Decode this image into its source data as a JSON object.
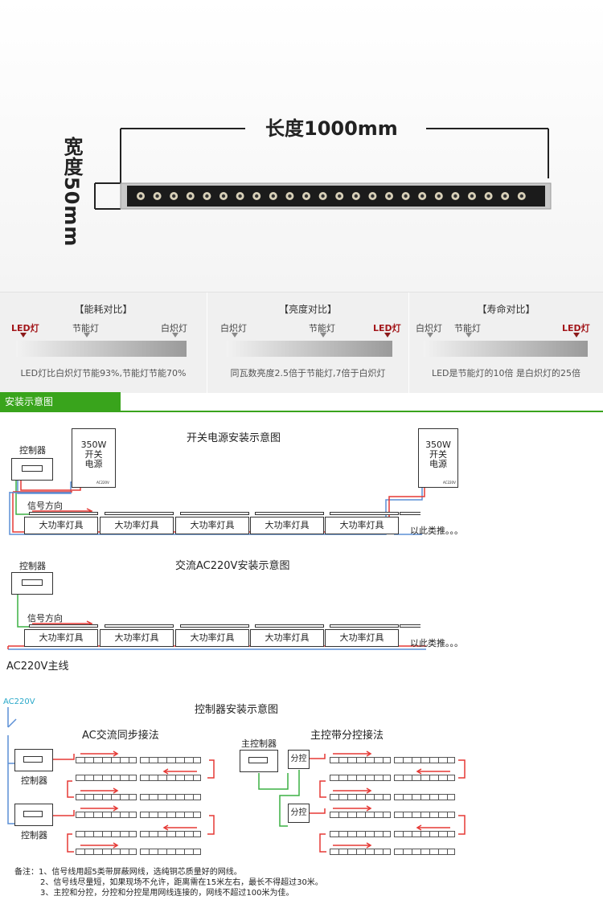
{
  "hero": {
    "length_label": "长度1000mm",
    "width_label": "宽度50mm"
  },
  "compare": [
    {
      "title": "【能耗对比】",
      "labels": [
        "LED灯",
        "节能灯",
        "白炽灯"
      ],
      "note": "LED灯比白炽灯节能93%,节能灯节能70%"
    },
    {
      "title": "【亮度对比】",
      "labels": [
        "白炽灯",
        "节能灯",
        "LED灯"
      ],
      "note": "同瓦数亮度2.5倍于节能灯,7倍于白炽灯"
    },
    {
      "title": "【寿命对比】",
      "labels": [
        "白炽灯",
        "节能灯",
        "LED灯"
      ],
      "note": "LED是节能灯的10倍 是白炽灯的25倍"
    }
  ],
  "colors": {
    "green": "#39a41c",
    "led_red": "#a3171b",
    "signal_red": "#e53935",
    "line_blue": "#5b8fd6",
    "signal_green": "#3cb043"
  },
  "section_title": "安装示意图",
  "d1": {
    "title": "开关电源安装示意图",
    "controller": "控制器",
    "psu_label": "350W\n开关\n电源",
    "psu_small": "AC220V",
    "signal": "信号方向",
    "lamp": "大功率灯具",
    "etc": "以此类推。。。"
  },
  "d2": {
    "title": "交流AC220V安装示意图",
    "controller": "控制器",
    "signal": "信号方向",
    "lamp": "大功率灯具",
    "etc": "以此类推。。。",
    "mainline": "AC220V主线"
  },
  "d3": {
    "title": "控制器安装示意图",
    "ac": "AC220V",
    "left_title": "AC交流同步接法",
    "right_title": "主控带分控接法",
    "controller": "控制器",
    "main_ctrl": "主控制器",
    "sub_ctrl": "分控"
  },
  "notes": {
    "n1": "备注：1、信号线用超5类带屏蔽网线，选纯铜芯质量好的网线。",
    "n2": "2、信号线尽量短，如果现场不允许，距离需在15米左右，最长不得超过30米。",
    "n3": "3、主控和分控，分控和分控是用网线连接的，网线不超过100米为佳。"
  }
}
